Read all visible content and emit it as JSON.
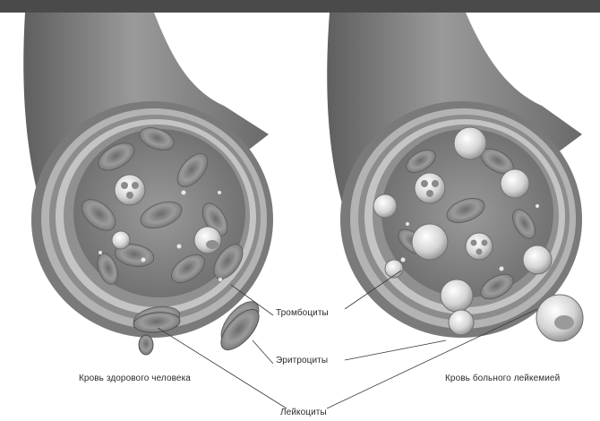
{
  "header": {
    "title": ""
  },
  "labels": {
    "platelets": "Тромбоциты",
    "erythrocytes": "Эритроциты",
    "leukocytes": "Лейкоциты",
    "healthy": "Кровь здорового человека",
    "sick": "Кровь больного лейкемией"
  },
  "colors": {
    "vessel_dark": "#7d7d7d",
    "vessel_light": "#a9a9a9",
    "lumen": "#8a8a8a",
    "leader_line": "#3a3a3a"
  }
}
